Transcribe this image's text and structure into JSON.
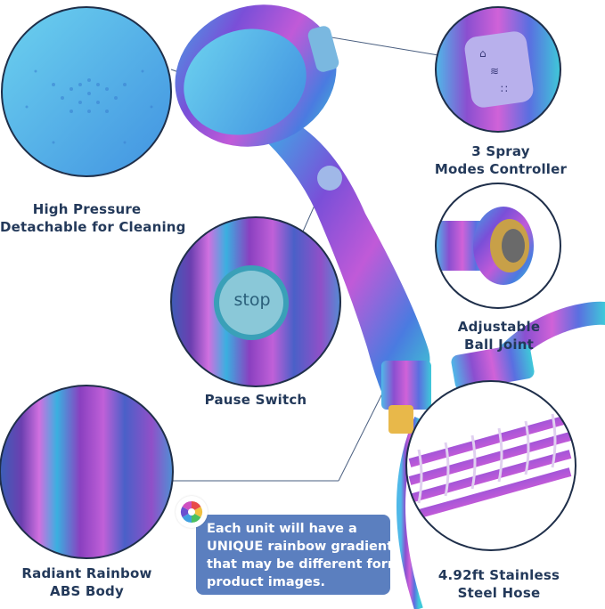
{
  "features": {
    "high_pressure": {
      "line1": "High Pressure",
      "line2": "Detachable for Cleaning"
    },
    "spray_modes": {
      "line1": "3 Spray",
      "line2": "Modes Controller"
    },
    "ball_joint": {
      "line1": "Adjustable",
      "line2": "Ball Joint"
    },
    "pause_switch": {
      "line1": "Pause Switch"
    },
    "abs_body": {
      "line1": "Radiant Rainbow",
      "line2": "ABS Body"
    },
    "hose": {
      "line1": "4.92ft Stainless",
      "line2": "Steel Hose"
    }
  },
  "pause_button_text": "stop",
  "notice": {
    "line1": "Each unit will have a",
    "line2_bold": "UNIQUE",
    "line2_rest": " rainbow gradient",
    "line3": "that may be different form",
    "line4": "product images."
  },
  "colors": {
    "label_text": "#23395a",
    "notice_bg": "#5b7fbf",
    "circle_border": "#1f2f4a",
    "accent_blue": "#4fc3e8",
    "accent_purple": "#8a4fd0"
  },
  "icons": {
    "badge": "color-wheel-icon",
    "spray_mode_icons": [
      "drop-icon",
      "rain-icon",
      "mist-icon"
    ]
  }
}
